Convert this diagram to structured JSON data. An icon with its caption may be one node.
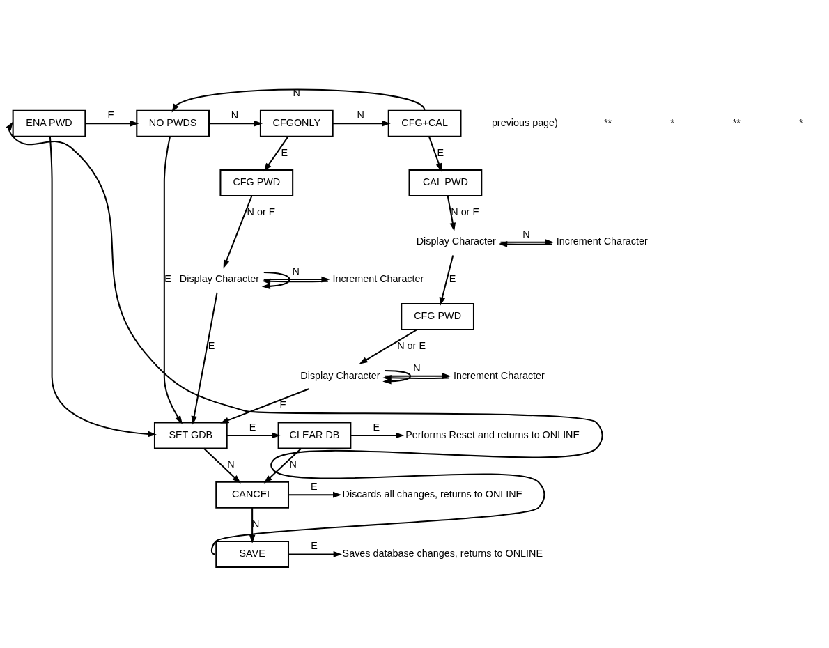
{
  "diagram": {
    "nodes": [
      {
        "text": [
          "ENA PWD"
        ]
      },
      {
        "text": [
          "NO PWDS"
        ]
      },
      {
        "text": [
          "CFGONLY"
        ]
      },
      {
        "text": [
          "CFG+CAL"
        ]
      },
      {
        "text": [
          "CFG PWD"
        ]
      },
      {
        "text": [
          "CAL PWD"
        ]
      },
      {
        "text": [
          "Display Character"
        ]
      },
      {
        "text": [
          "Increment Character"
        ]
      },
      {
        "text": [
          "Display Character"
        ]
      },
      {
        "text": [
          "Increment Character"
        ]
      },
      {
        "text": [
          "CFG PWD"
        ]
      },
      {
        "text": [
          "Display Character"
        ]
      },
      {
        "text": [
          "Increment Character"
        ]
      },
      {
        "text": [
          "SET GDB"
        ]
      },
      {
        "text": [
          "CLEAR DB"
        ]
      },
      {
        "text": [
          "Performs Reset and returns to ONLINE"
        ]
      },
      {
        "text": [
          "CANCEL"
        ]
      },
      {
        "text": [
          "Discards all changes, returns to ONLINE"
        ]
      },
      {
        "text": [
          "SAVE"
        ]
      },
      {
        "text": [
          "Saves database changes, returns to ONLINE"
        ]
      }
    ],
    "edges": [
      {
        "from": 0,
        "to": 1,
        "arrow": "to",
        "label": "E"
      },
      {
        "from": 1,
        "to": 2,
        "arrow": "to",
        "label": "N"
      },
      {
        "from": 2,
        "to": 3,
        "arrow": "to",
        "label": "N"
      },
      {
        "from": 3,
        "to": 1,
        "arrow": "to",
        "label": "N"
      },
      {
        "from": 1,
        "to": 13,
        "arrow": "to",
        "label": "E"
      },
      {
        "from": 0,
        "to": 13,
        "arrow": "to"
      },
      {
        "from": 2,
        "to": 4,
        "arrow": "to",
        "label": "E"
      },
      {
        "from": 3,
        "to": 5,
        "arrow": "to",
        "label": "E"
      },
      {
        "from": 4,
        "to": 6,
        "arrow": "to",
        "label": "N or E"
      },
      {
        "from": 6,
        "to": 7,
        "arrow": "to",
        "label": "N"
      },
      {
        "from": 7,
        "to": 6,
        "arrow": "to"
      },
      {
        "from": 6,
        "to": 13,
        "arrow": "to",
        "label": "E"
      },
      {
        "from": 6,
        "to": 6,
        "arrow": "to"
      },
      {
        "from": 5,
        "to": 8,
        "arrow": "to",
        "label": "N or E"
      },
      {
        "from": 8,
        "to": 9,
        "arrow": "to",
        "label": "N"
      },
      {
        "from": 9,
        "to": 8,
        "arrow": "to"
      },
      {
        "from": 8,
        "to": 10,
        "arrow": "to",
        "label": "E"
      },
      {
        "from": 10,
        "to": 11,
        "arrow": "to",
        "label": "N or E"
      },
      {
        "from": 11,
        "to": 12,
        "arrow": "to",
        "label": "N"
      },
      {
        "from": 12,
        "to": 11,
        "arrow": "to"
      },
      {
        "from": 11,
        "to": 13,
        "arrow": "to",
        "label": "E"
      },
      {
        "from": 11,
        "to": 11,
        "arrow": "to"
      },
      {
        "from": 13,
        "to": 14,
        "arrow": "to",
        "label": "E"
      },
      {
        "from": 14,
        "to": 15,
        "arrow": "to",
        "label": "E"
      },
      {
        "from": 14,
        "to": 16,
        "arrow": "to",
        "label": "N"
      },
      {
        "from": 13,
        "to": 16,
        "arrow": "to",
        "label": "N"
      },
      {
        "from": 16,
        "to": 17,
        "arrow": "to",
        "label": "E"
      },
      {
        "from": 16,
        "to": 18,
        "arrow": "to",
        "label": "N"
      },
      {
        "from": 18,
        "to": 19,
        "arrow": "to",
        "label": "E"
      },
      {
        "from": 18,
        "to": 0,
        "arrow": "to"
      }
    ],
    "labels": [
      "previous page)",
      "**",
      "*",
      "**",
      "*"
    ]
  }
}
